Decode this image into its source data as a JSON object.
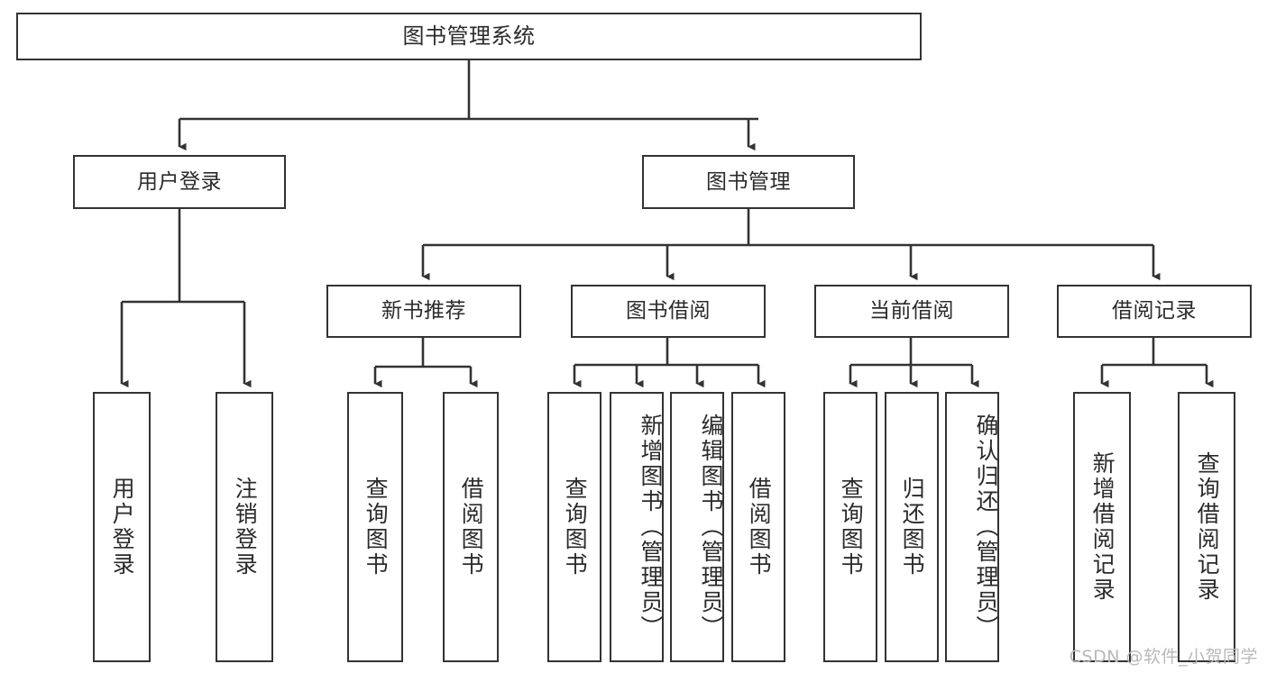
{
  "diagram": {
    "title": "图书管理系统",
    "type": "tree-hierarchy",
    "stroke_color": "#333333",
    "text_color": "#2b2b2b",
    "background": "#ffffff"
  },
  "root": {
    "label": "图书管理系统"
  },
  "level2": [
    {
      "label": "用户登录"
    },
    {
      "label": "图书管理"
    }
  ],
  "level3": [
    {
      "label": "新书推荐"
    },
    {
      "label": "图书借阅"
    },
    {
      "label": "当前借阅"
    },
    {
      "label": "借阅记录"
    }
  ],
  "leaves": {
    "user_login": [
      {
        "label": "用户登录"
      },
      {
        "label": "注销登录"
      }
    ],
    "new_book_recommend": [
      {
        "label": "查询图书"
      },
      {
        "label": "借阅图书"
      }
    ],
    "book_borrow": [
      {
        "label": "查询图书"
      },
      {
        "label": "新增图书（管理员）"
      },
      {
        "label": "编辑图书（管理员）"
      },
      {
        "label": "借阅图书"
      }
    ],
    "current_borrow": [
      {
        "label": "查询图书"
      },
      {
        "label": "归还图书"
      },
      {
        "label": "确认归还（管理员）"
      }
    ],
    "borrow_record": [
      {
        "label": "新增借阅记录"
      },
      {
        "label": "查询借阅记录"
      }
    ]
  },
  "watermark": {
    "text": "CSDN @软件_小贺同学"
  }
}
